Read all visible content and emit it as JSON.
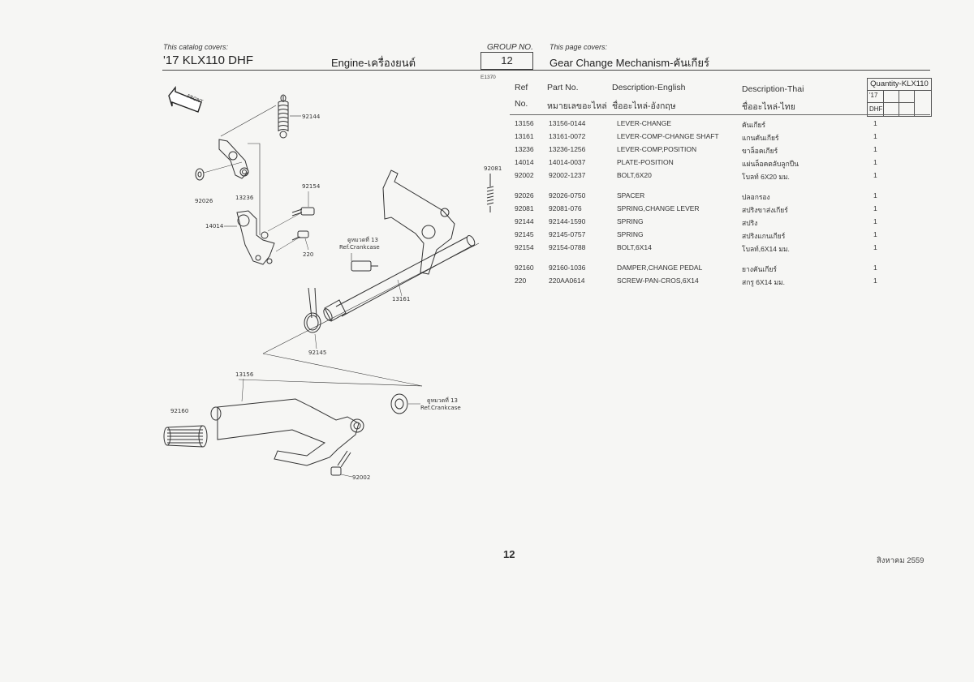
{
  "header": {
    "catalog_covers_label": "This catalog covers:",
    "model": "'17 KLX110 DHF",
    "section": "Engine-เครื่องยนต์",
    "group_no_label": "GROUP NO.",
    "group_no": "12",
    "page_covers_label": "This page covers:",
    "page_title": "Gear Change Mechanism-คันเกียร์"
  },
  "diagram_code": "E1370",
  "table": {
    "headers": {
      "ref_line1": "Ref",
      "ref_line2": "No.",
      "part_line1": "Part No.",
      "part_line2": "หมายเลขอะไหล่",
      "desc_en_line1": "Description-English",
      "desc_en_line2": "ชื่ออะไหล่-อังกฤษ",
      "desc_th_line1": "Description-Thai",
      "desc_th_line2": "ชื่ออะไหล่-ไทย"
    },
    "quantity": {
      "title": "Quantity-KLX110",
      "year": "'17",
      "model": "DHF"
    },
    "rows": [
      {
        "ref": "13156",
        "part": "13156-0144",
        "en": "LEVER-CHANGE",
        "th": "คันเกียร์",
        "qty": "1"
      },
      {
        "ref": "13161",
        "part": "13161-0072",
        "en": "LEVER-COMP-CHANGE SHAFT",
        "th": "แกนคันเกียร์",
        "qty": "1"
      },
      {
        "ref": "13236",
        "part": "13236-1256",
        "en": "LEVER-COMP,POSITION",
        "th": "ขาล็อคเกียร์",
        "qty": "1"
      },
      {
        "ref": "14014",
        "part": "14014-0037",
        "en": "PLATE-POSITION",
        "th": "แผ่นล็อคตลับลูกปืน",
        "qty": "1"
      },
      {
        "ref": "92002",
        "part": "92002-1237",
        "en": "BOLT,6X20",
        "th": "โบลท์ 6X20 มม.",
        "qty": "1"
      },
      {
        "ref": "92026",
        "part": "92026-0750",
        "en": "SPACER",
        "th": "ปลอกรอง",
        "qty": "1"
      },
      {
        "ref": "92081",
        "part": "92081-076",
        "en": "SPRING,CHANGE LEVER",
        "th": "สปริงขาส่งเกียร์",
        "qty": "1"
      },
      {
        "ref": "92144",
        "part": "92144-1590",
        "en": "SPRING",
        "th": "สปริง",
        "qty": "1"
      },
      {
        "ref": "92145",
        "part": "92145-0757",
        "en": "SPRING",
        "th": "สปริงแกนเกียร์",
        "qty": "1"
      },
      {
        "ref": "92154",
        "part": "92154-0788",
        "en": "BOLT,6X14",
        "th": "โบลท์,6X14 มม.",
        "qty": "1"
      },
      {
        "ref": "92160",
        "part": "92160-1036",
        "en": "DAMPER,CHANGE PEDAL",
        "th": "ยางคันเกียร์",
        "qty": "1"
      },
      {
        "ref": "220",
        "part": "220AA0614",
        "en": "SCREW-PAN-CROS,6X14",
        "th": "สกรู 6X14 มม.",
        "qty": "1"
      }
    ]
  },
  "diagram": {
    "front_label": "FRONT",
    "callouts": {
      "c92144": "92144",
      "c92026": "92026",
      "c13236": "13236",
      "c92154": "92154",
      "c14014": "14014",
      "c220": "220",
      "c92081": "92081",
      "ref13a_th": "ดูหมวดที่ 13",
      "ref13a_en": "Ref.Crankcase",
      "c13161": "13161",
      "c92145": "92145",
      "c13156": "13156",
      "c92160": "92160",
      "ref13b_th": "ดูหมวดที่ 13",
      "ref13b_en": "Ref.Crankcase",
      "c92002": "92002"
    }
  },
  "footer": {
    "page_number": "12",
    "date": "สิงหาคม 2559"
  }
}
